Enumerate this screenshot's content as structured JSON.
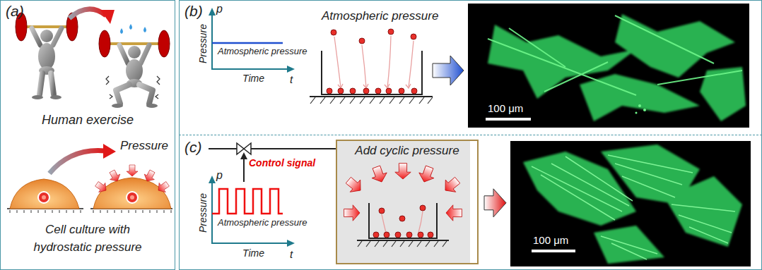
{
  "diagram": {
    "nodes": [
      {
        "text": [
          "(a)"
        ]
      },
      {
        "text": [
          "(b)"
        ]
      },
      {
        "text": [
          "100 μm"
        ],
        "in": 1
      },
      {
        "text": [
          "(c)"
        ]
      },
      {
        "text": [
          "Add cyclic pressure"
        ],
        "in": 3
      },
      {
        "text": [
          "100 μm"
        ],
        "in": 3
      }
    ],
    "edges": [
      {
        "from": 4,
        "to": 5,
        "arrow": "to"
      }
    ],
    "labels": [
      "Human exercise",
      "Pressure",
      "Cell culture with hydrostatic pressure",
      "p",
      "Pressure",
      "Atmospheric pressure",
      "Time",
      "t",
      "Atmospheric pressure",
      "p",
      "Pressure",
      "Control signal",
      "Atmospheric pressure",
      "Time",
      "t"
    ]
  }
}
